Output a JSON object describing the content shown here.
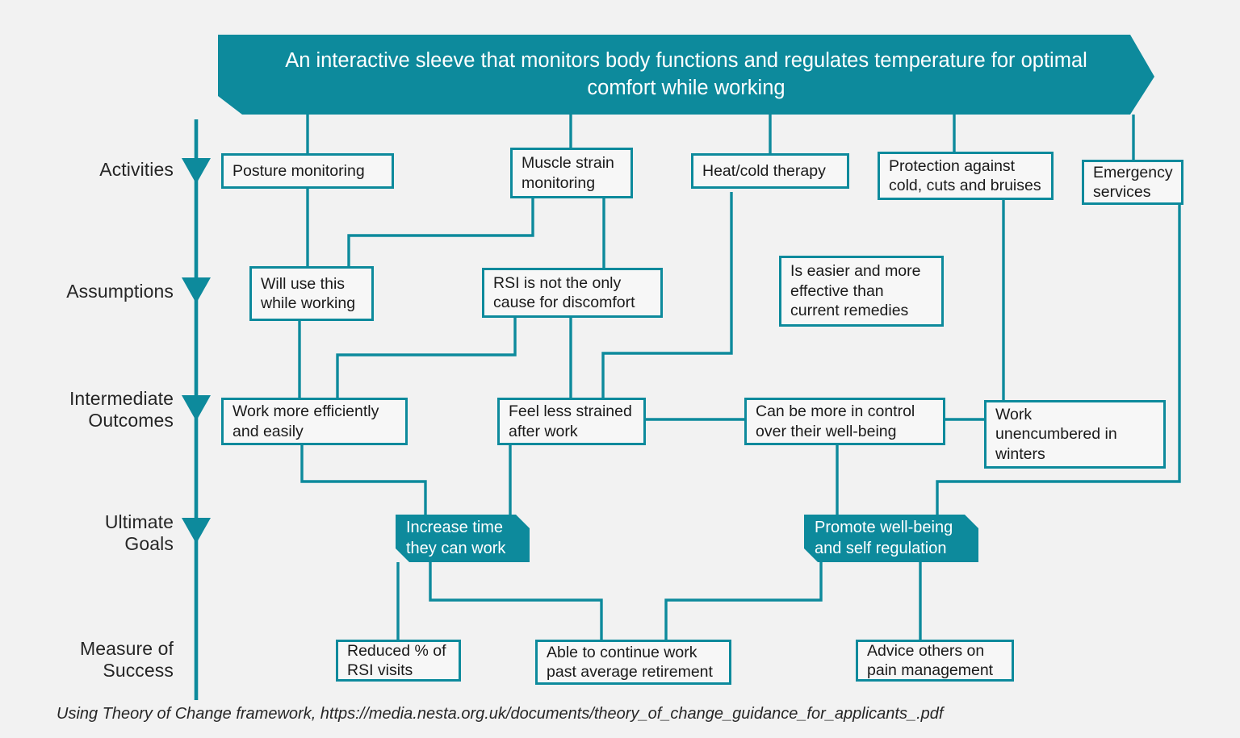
{
  "theme": {
    "accent": "#0d8a9c",
    "background": "#f2f2f2",
    "node_fill": "#f7f7f7",
    "text": "#1a1a1a"
  },
  "banner": {
    "text": "An interactive sleeve that monitors body functions and regulates temperature for optimal comfort while working"
  },
  "rows": [
    {
      "key": "activities",
      "label": "Activities"
    },
    {
      "key": "assumptions",
      "label": "Assumptions"
    },
    {
      "key": "intermediate",
      "label": "Intermediate\nOutcomes"
    },
    {
      "key": "ultimate",
      "label": "Ultimate\nGoals"
    },
    {
      "key": "measure",
      "label": "Measure of\nSuccess"
    }
  ],
  "activities": [
    {
      "id": "posture",
      "text": "Posture monitoring"
    },
    {
      "id": "muscle",
      "text": "Muscle strain\nmonitoring"
    },
    {
      "id": "heatcold",
      "text": "Heat/cold therapy"
    },
    {
      "id": "protection",
      "text": "Protection against\ncold, cuts and bruises"
    },
    {
      "id": "emergency",
      "text": "Emergency\nservices"
    }
  ],
  "assumptions": [
    {
      "id": "willuse",
      "text": "Will use this\nwhile working"
    },
    {
      "id": "rsi",
      "text": "RSI is not the only\ncause for discomfort"
    },
    {
      "id": "easier",
      "text": "Is easier and more\neffective than\ncurrent remedies"
    }
  ],
  "intermediate": [
    {
      "id": "efficient",
      "text": "Work more efficiently\nand easily"
    },
    {
      "id": "lessstrained",
      "text": "Feel less strained\nafter work"
    },
    {
      "id": "control",
      "text": "Can be more in control\nover their well-being"
    },
    {
      "id": "unencumbered",
      "text": "Work\nunencumbered in\nwinters"
    }
  ],
  "ultimate": [
    {
      "id": "increasetime",
      "text": "Increase time\nthey can work"
    },
    {
      "id": "promote",
      "text": "Promote well-being\nand self regulation"
    }
  ],
  "measure": [
    {
      "id": "reducedrsi",
      "text": "Reduced % of\nRSI visits"
    },
    {
      "id": "continuework",
      "text": "Able to continue work\npast average retirement"
    },
    {
      "id": "advice",
      "text": "Advice others on\npain management"
    }
  ],
  "caption": {
    "text": "Using Theory of Change framework, https://media.nesta.org.uk/documents/theory_of_change_guidance_for_applicants_.pdf"
  },
  "axis": {
    "name": "vertical-stage-arrow",
    "arrow_count": 4
  }
}
